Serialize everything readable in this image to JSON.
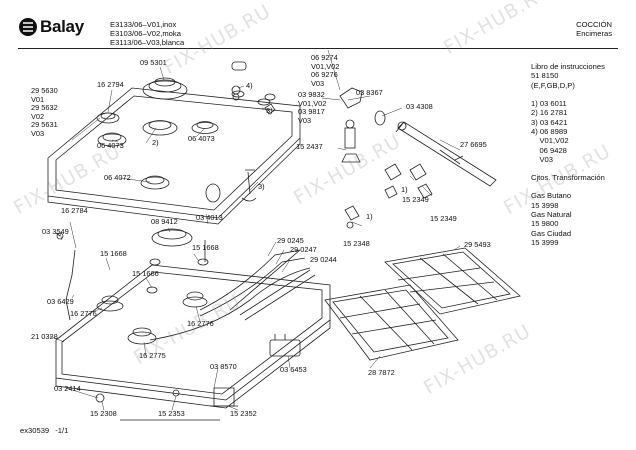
{
  "brand": "Balay",
  "header": {
    "models": [
      "E3133/06–V01,inox",
      "E3103/06–V02,moka",
      "E3113/06–V03,blanca"
    ],
    "category": "COCCIÓN",
    "subcategory": "Encimeras"
  },
  "info": {
    "lines": [
      "Libro de instrucciones",
      "51 8150",
      "(E,F,GB,D,P)",
      "",
      "1) 03 6011",
      "2) 16 2781",
      "3) 03 6421",
      "4) 06 8989",
      "    V01,V02",
      "    06 9428",
      "    V03",
      "",
      "Cjtos. Transformación",
      "",
      "Gas Butano",
      "15 3998",
      "Gas Natural",
      "15 9800",
      "Gas Ciudad",
      "15 3999"
    ]
  },
  "labels": {
    "l01": "09 5301",
    "l02": "16 2794",
    "l03": "4)",
    "l04": "3)",
    "l05": "29 5630\nV01\n29 5632\nV02\n29 5631\nV03",
    "l06": "2)",
    "l07": "06 4073",
    "l08": "06 4073",
    "l09": "06 4072",
    "l10": "3)",
    "l11": "06 9274\nV01,V02\n06 9276\nV03",
    "l12": "03 9832\nV01,V02\n03 9817\nV03",
    "l13": "03 8367",
    "l14": "03 4308",
    "l15": "15 2437",
    "l16": "27 6695",
    "l17": "1)",
    "l18": "15 2349",
    "l19": "15 2349",
    "l20": "1)",
    "l21": "15 2348",
    "l22": "16 2784",
    "l23": "03 3549",
    "l24": "08 9412",
    "l25": "03 4013",
    "l26": "29 0245",
    "l27": "29 0247",
    "l28": "29 0244",
    "l29": "29 5493",
    "l30": "15 1668",
    "l31": "15 1668",
    "l32": "15 1666",
    "l33": "03 6429",
    "l34": "16 2776",
    "l35": "16 2776",
    "l36": "21 0328",
    "l37": "16 2775",
    "l38": "03 8570",
    "l39": "03 6453",
    "l40": "28 7872",
    "l41": "03 2414",
    "l42": "15 2308",
    "l43": "15 2353",
    "l44": "15 2352"
  },
  "footer": {
    "code": "ex30539",
    "page": "-1/1"
  },
  "watermark": "FIX-HUB.RU"
}
